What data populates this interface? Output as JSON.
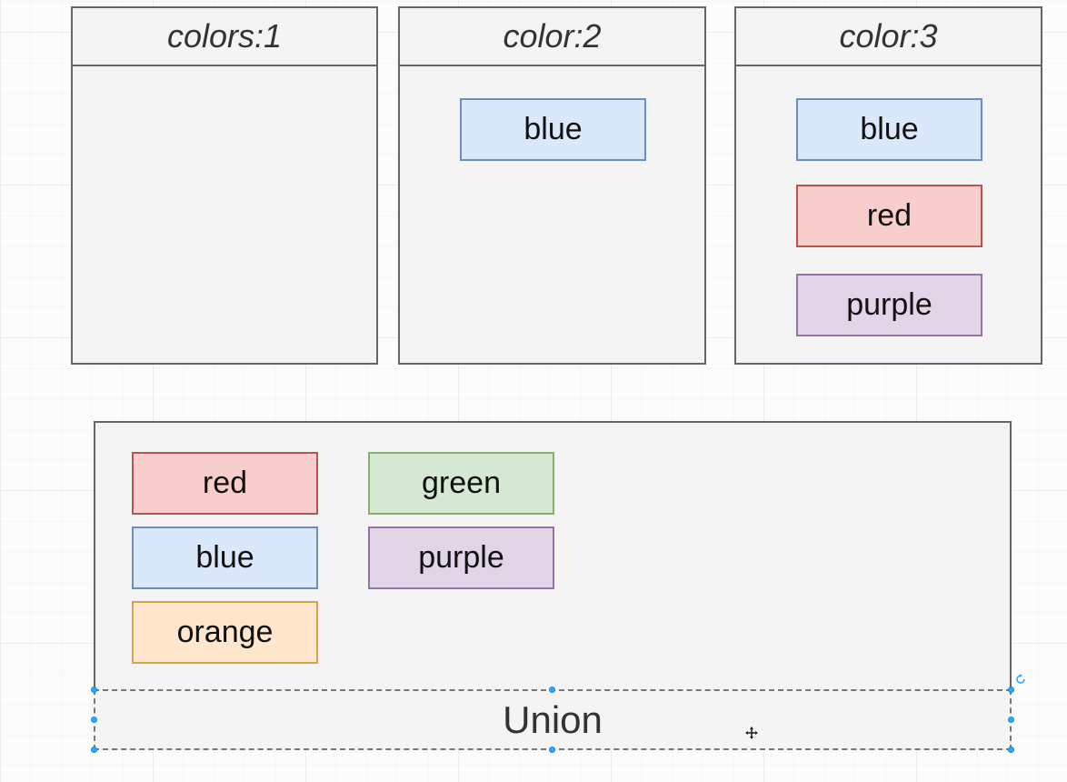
{
  "sets": [
    {
      "title": "colors:1",
      "items": []
    },
    {
      "title": "color:2",
      "items": [
        {
          "label": "blue",
          "color": "blue"
        }
      ]
    },
    {
      "title": "color:3",
      "items": [
        {
          "label": "blue",
          "color": "blue"
        },
        {
          "label": "red",
          "color": "red"
        },
        {
          "label": "purple",
          "color": "purple"
        }
      ]
    }
  ],
  "union": {
    "label": "Union",
    "items": [
      {
        "label": "red",
        "color": "red"
      },
      {
        "label": "green",
        "color": "green"
      },
      {
        "label": "blue",
        "color": "blue"
      },
      {
        "label": "purple",
        "color": "purple"
      },
      {
        "label": "orange",
        "color": "orange"
      }
    ]
  },
  "palette": {
    "blue": "#dae8fc",
    "red": "#f8cecc",
    "purple": "#e1d5e7",
    "green": "#d5e8d4",
    "orange": "#ffe6cc",
    "selection_handle": "#29a8ff"
  }
}
